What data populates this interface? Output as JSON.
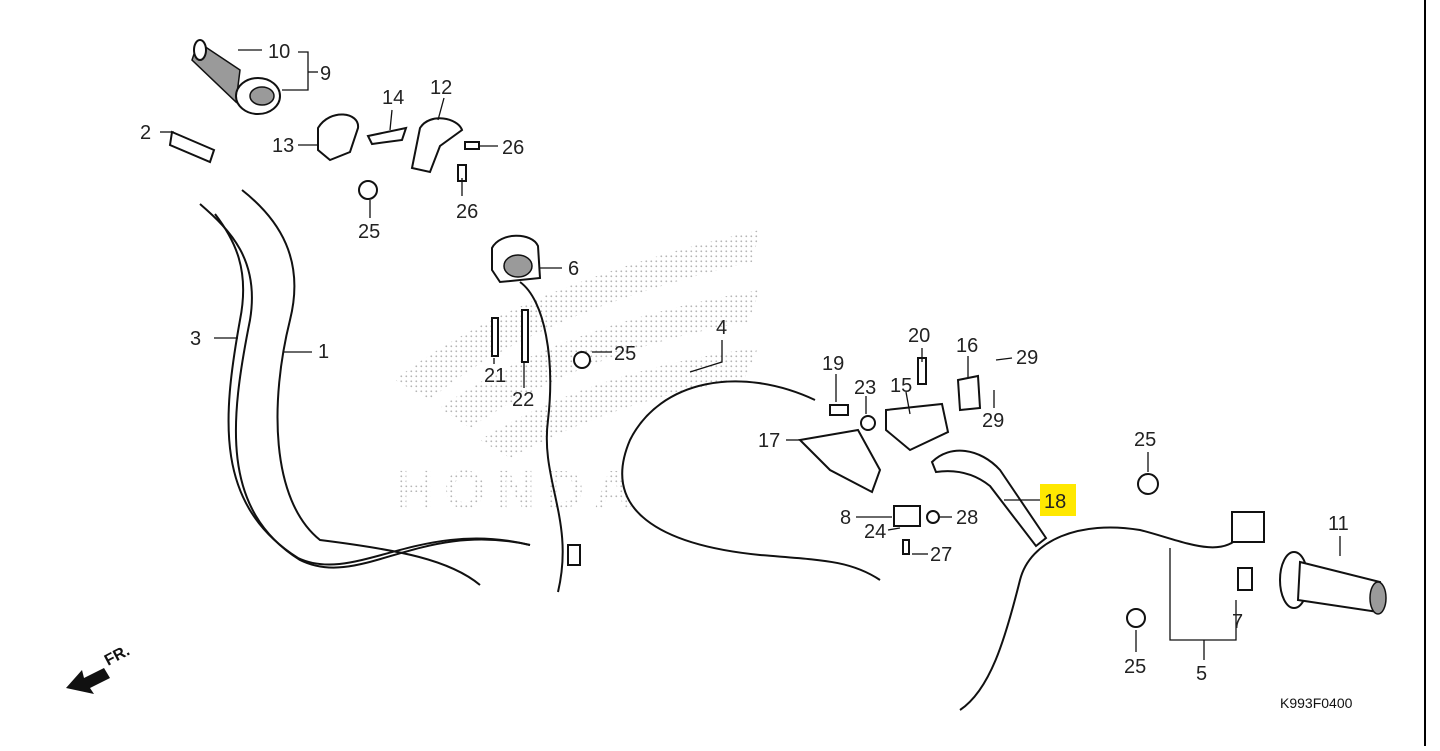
{
  "diagram": {
    "code": "K993F0400",
    "direction_label": "FR.",
    "watermark_text": "HONDA",
    "highlight_color": "#ffe800",
    "highlighted_part": "18",
    "labels": {
      "p1": "1",
      "p2": "2",
      "p3": "3",
      "p4": "4",
      "p5": "5",
      "p6": "6",
      "p7": "7",
      "p8": "8",
      "p9": "9",
      "p10": "10",
      "p11": "11",
      "p12": "12",
      "p13": "13",
      "p14": "14",
      "p15": "15",
      "p16": "16",
      "p17": "17",
      "p18": "18",
      "p19": "19",
      "p20": "20",
      "p21": "21",
      "p22": "22",
      "p23": "23",
      "p24": "24",
      "p25a": "25",
      "p25b": "25",
      "p25c": "25",
      "p25d": "25",
      "p26a": "26",
      "p26b": "26",
      "p27": "27",
      "p28": "28",
      "p29a": "29",
      "p29b": "29"
    }
  }
}
